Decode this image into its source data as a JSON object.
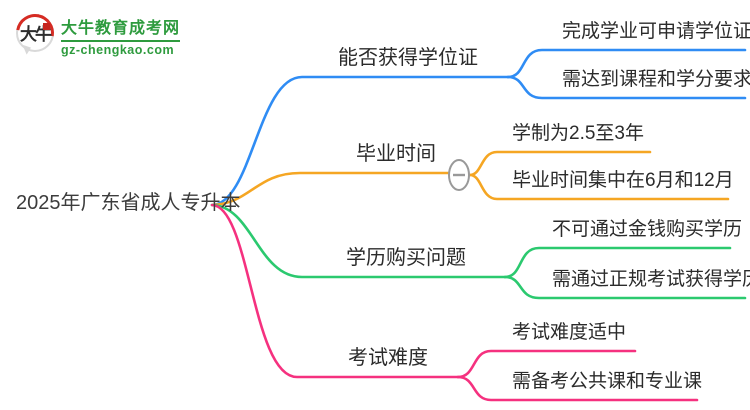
{
  "logo": {
    "icon_text": "大牛",
    "title": "大牛教育成考网",
    "url": "gz-chengkao.com",
    "brand_color": "#2e9b3e"
  },
  "root": {
    "label": "2025年广东省成人专升本"
  },
  "colors": {
    "branch1": "#2f8cf4",
    "branch2": "#f5a623",
    "branch3": "#2bc96f",
    "branch4": "#f5317f",
    "collapse_button_border": "#999999"
  },
  "branches": [
    {
      "label": "能否获得学位证",
      "color": "#2f8cf4",
      "children": [
        "完成学业可申请学位证",
        "需达到课程和学分要求"
      ]
    },
    {
      "label": "毕业时间",
      "color": "#f5a623",
      "collapse_symbol": "−",
      "children": [
        "学制为2.5至3年",
        "毕业时间集中在6月和12月"
      ]
    },
    {
      "label": "学历购买问题",
      "color": "#2bc96f",
      "children": [
        "不可通过金钱购买学历",
        "需通过正规考试获得学历"
      ]
    },
    {
      "label": "考试难度",
      "color": "#f5317f",
      "children": [
        "考试难度适中",
        "需备考公共课和专业课"
      ]
    }
  ]
}
